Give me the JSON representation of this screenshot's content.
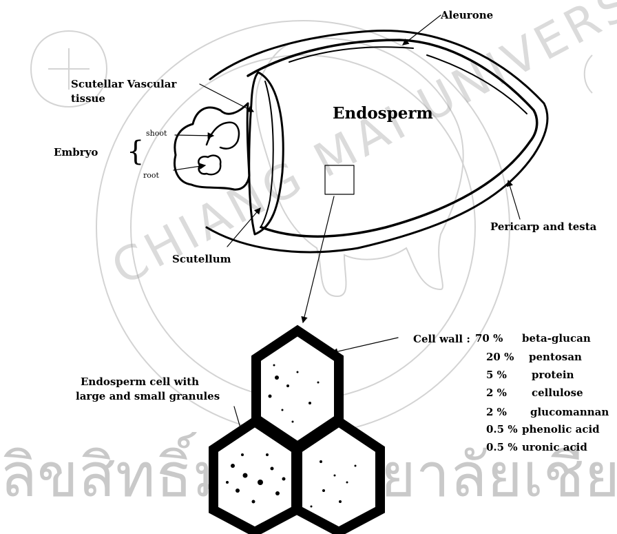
{
  "diagram": {
    "watermark": {
      "arc_text": "CHIANG MAI UNIVERSITY",
      "thai_text": "ลิขสิทธิ์มหาวิทยาลัยเชียงใหม่"
    },
    "labels": {
      "aleurone": "Aleurone",
      "scutellar_line1": "Scutellar Vascular",
      "scutellar_line2": "tissue",
      "endosperm": "Endosperm",
      "shoot": "shoot",
      "root": "root",
      "embryo": "Embryo",
      "brace": "{",
      "pericarp": "Pericarp and testa",
      "scutellum": "Scutellum",
      "cell_line1": "Endosperm cell with",
      "cell_line2": "large and small granules"
    },
    "cell_wall": {
      "prefix": "Cell wall :",
      "components": [
        {
          "percent": "70 %",
          "name": "beta-glucan"
        },
        {
          "percent": "20 %",
          "name": "pentosan"
        },
        {
          "percent": "5 %",
          "name": "protein"
        },
        {
          "percent": "2 %",
          "name": "cellulose"
        },
        {
          "percent": "2 %",
          "name": "glucomannan"
        },
        {
          "percent": "0.5 %",
          "name": "phenolic acid"
        },
        {
          "percent": "0.5 %",
          "name": "uronic acid"
        }
      ]
    },
    "colors": {
      "ink": "#000000",
      "watermark": "#9a9a9a"
    }
  }
}
